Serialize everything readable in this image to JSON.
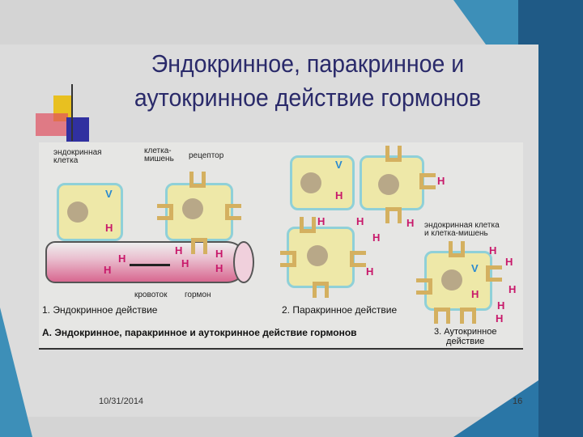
{
  "slide": {
    "title_line1": "Эндокринное, паракринное и",
    "title_line2": "аутокринное действие гормонов",
    "date": "10/31/2014",
    "page_number": "16"
  },
  "diagram": {
    "label_endocrine_cell": "эндокринная\nклетка",
    "label_target_cell": "клетка-\nмишень",
    "label_receptor": "рецептор",
    "label_bloodstream": "кровоток",
    "label_hormone": "гормон",
    "label_endo_target": "эндокринная клетка\nи клетка-мишень",
    "caption_1": "1. Эндокринное действие",
    "caption_2": "2. Паракринное действие",
    "caption_3": "3. Аутокринное\nдействие",
    "caption_main": "А. Эндокринное, паракринное и аутокринное действие гормонов",
    "hormone_symbol": "H",
    "vesicle_symbol": "V"
  },
  "colors": {
    "title": "#2a2a6a",
    "hormone": "#c8186a",
    "vesicle": "#2a8ad0",
    "cell": "#eee8a8",
    "membrane": "#8fd0d8",
    "receptor": "#d4b060",
    "accent_blue": "#1f5a86"
  }
}
